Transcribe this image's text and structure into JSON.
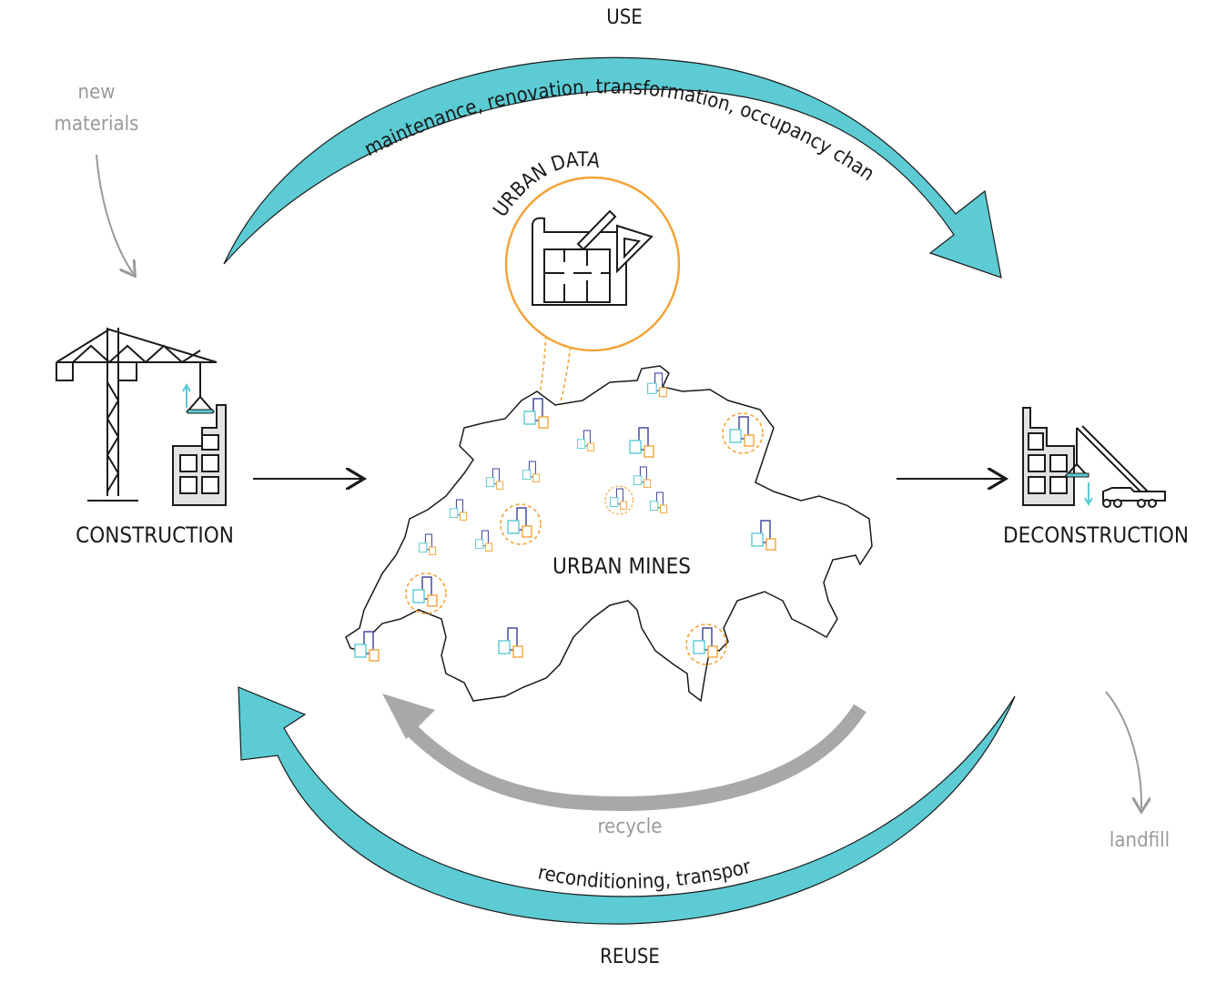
{
  "cycle": {
    "use": {
      "title": "USE",
      "caption": "maintenance, renovation, transformation, occupancy change..."
    },
    "reuse": {
      "title": "REUSE",
      "caption": "reconditioning, transport"
    },
    "recycle": {
      "label": "recycle"
    }
  },
  "inputs": {
    "new_materials": [
      "new",
      "materials"
    ]
  },
  "outputs": {
    "landfill": "landfill"
  },
  "nodes": {
    "construction": "CONSTRUCTION",
    "deconstruction": "DECONSTRUCTION",
    "urban_mines": "URBAN MINES",
    "urban_data": "URBAN DATA"
  },
  "colors": {
    "cycle_arrow": "#5ccbd3",
    "recycle_arrow": "#a8a8a8",
    "urban_data_accent": "#f2a43a",
    "building_blue": "#3a3f9a",
    "building_cyan": "#5ccbd3",
    "building_orange": "#f2a43a",
    "outline": "#1a1a1a"
  },
  "icons": [
    "tower-crane-icon",
    "building-icon",
    "mobile-crane-icon",
    "blueprint-icon",
    "building-cluster-icon"
  ]
}
